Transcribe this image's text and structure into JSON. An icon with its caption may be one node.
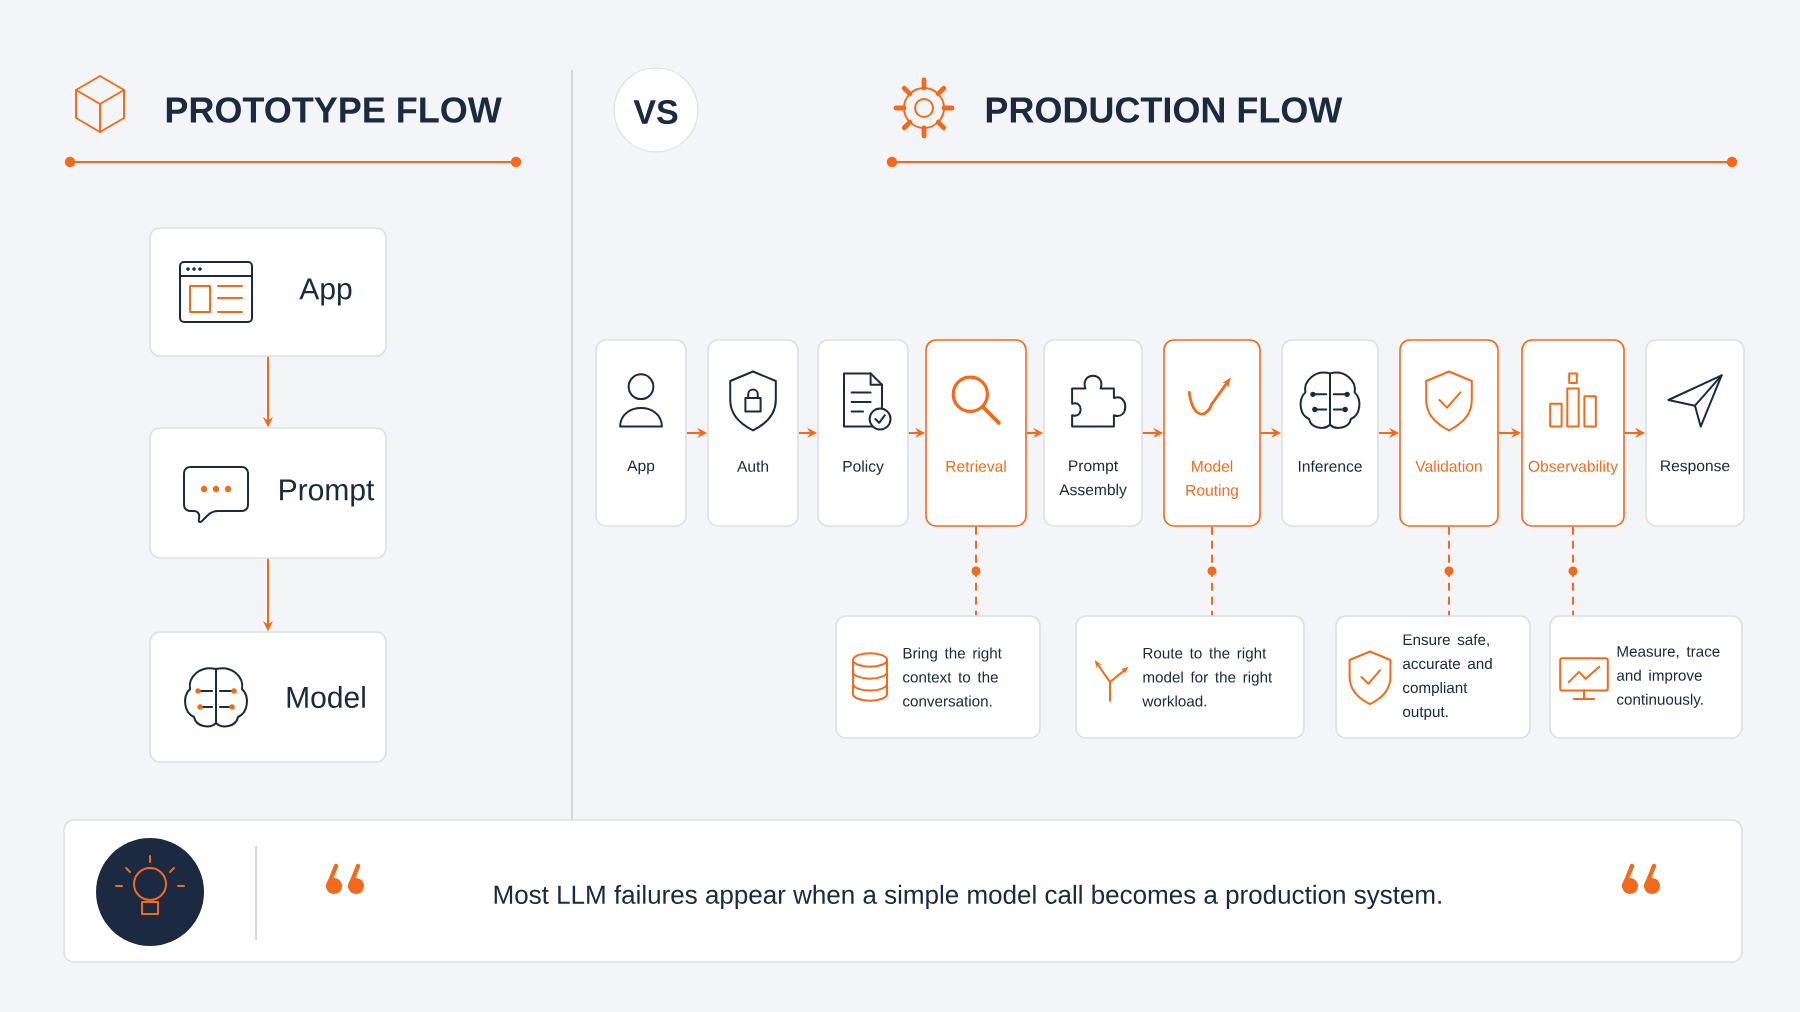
{
  "diagram": {
    "nodes": [
      {
        "text": [
          "App"
        ]
      },
      {
        "text": [
          "Prompt"
        ]
      },
      {
        "text": [
          "Model"
        ]
      },
      {
        "text": [
          "App"
        ]
      },
      {
        "text": [
          "Auth"
        ]
      },
      {
        "text": [
          "Policy"
        ]
      },
      {
        "text": [
          "Retrieval"
        ]
      },
      {
        "text": [
          "Prompt Assembly"
        ]
      },
      {
        "text": [
          "Model Routing"
        ]
      },
      {
        "text": [
          "Inference"
        ]
      },
      {
        "text": [
          "Validation"
        ]
      },
      {
        "text": [
          "Observability"
        ]
      },
      {
        "text": [
          "Response"
        ]
      },
      {
        "text": [
          "Bring the right context to the conversation."
        ]
      },
      {
        "text": [
          "Route to the right model for the right workload."
        ]
      },
      {
        "text": [
          "Ensure safe, accurate and compliant output."
        ]
      },
      {
        "text": [
          "Measure, trace and improve continuously."
        ]
      },
      {
        "text": [
          "Most LLM failures appear when a simple model call becomes a production system."
        ]
      }
    ],
    "edges": [
      {
        "from": 0,
        "to": 1,
        "arrow": "to"
      },
      {
        "from": 1,
        "to": 2,
        "arrow": "to"
      },
      {
        "from": 3,
        "to": 4,
        "arrow": "to"
      },
      {
        "from": 4,
        "to": 5,
        "arrow": "to"
      },
      {
        "from": 5,
        "to": 6,
        "arrow": "to"
      },
      {
        "from": 6,
        "to": 7,
        "arrow": "to"
      },
      {
        "from": 7,
        "to": 8,
        "arrow": "to"
      },
      {
        "from": 8,
        "to": 9,
        "arrow": "to"
      },
      {
        "from": 9,
        "to": 10,
        "arrow": "to"
      },
      {
        "from": 10,
        "to": 11,
        "arrow": "to"
      },
      {
        "from": 11,
        "to": 12,
        "arrow": "to"
      },
      {
        "from": 6,
        "to": 13,
        "arrow": "none",
        "style": "dashed"
      },
      {
        "from": 8,
        "to": 14,
        "arrow": "none",
        "style": "dashed"
      },
      {
        "from": 10,
        "to": 15,
        "arrow": "none",
        "style": "dashed"
      },
      {
        "from": 11,
        "to": 16,
        "arrow": "none",
        "style": "dashed"
      }
    ],
    "labels": [
      "PROTOTYPE FLOW",
      "VS",
      "PRODUCTION FLOW"
    ]
  }
}
